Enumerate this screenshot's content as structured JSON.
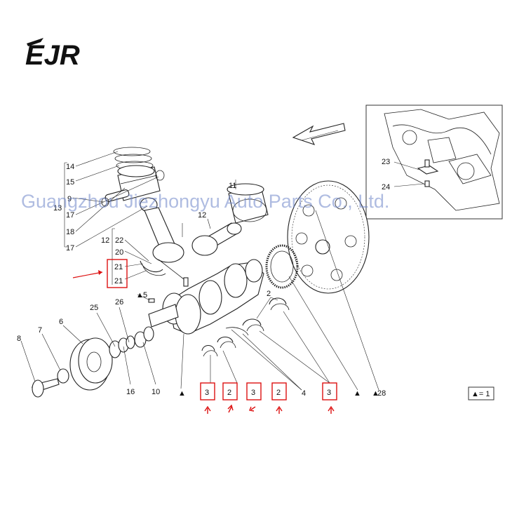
{
  "logo": {
    "text": "EJR"
  },
  "watermark": {
    "text": "Guangzhou Jiezhongyu Auto Parts Co., Ltd."
  },
  "legend": {
    "text": "▲= 1"
  },
  "labels": {
    "l14": "14",
    "l15": "15",
    "l9": "9",
    "l13": "13",
    "l17a": "17",
    "l18": "18",
    "l17b": "17",
    "l11": "11",
    "l12a": "12",
    "l12b": "12",
    "l22": "22",
    "l20": "20",
    "l21a": "21",
    "l21b": "21",
    "l5": "5",
    "l26": "26",
    "l25": "25",
    "l7": "7",
    "l6": "6",
    "l8": "8",
    "l16": "16",
    "l10": "10",
    "l2": "2",
    "l4": "4",
    "l28": "28",
    "l23": "23",
    "l24": "24",
    "b3a": "3",
    "b2a": "2",
    "b3b": "3",
    "b2b": "2",
    "b3c": "3"
  },
  "colors": {
    "highlight": "#dd1111",
    "watermark": "#6f86c9",
    "line": "#222222"
  }
}
